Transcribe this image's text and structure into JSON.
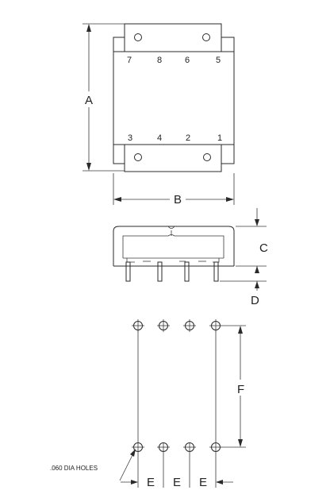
{
  "labels": {
    "A": "A",
    "B": "B",
    "C": "C",
    "D": "D",
    "E1": "E",
    "E2": "E",
    "E3": "E",
    "F": "F",
    "holes_note": ".060 DIA HOLES"
  },
  "pins": {
    "top": [
      "7",
      "8",
      "6",
      "5"
    ],
    "bottom": [
      "3",
      "4",
      "2",
      "1"
    ]
  }
}
